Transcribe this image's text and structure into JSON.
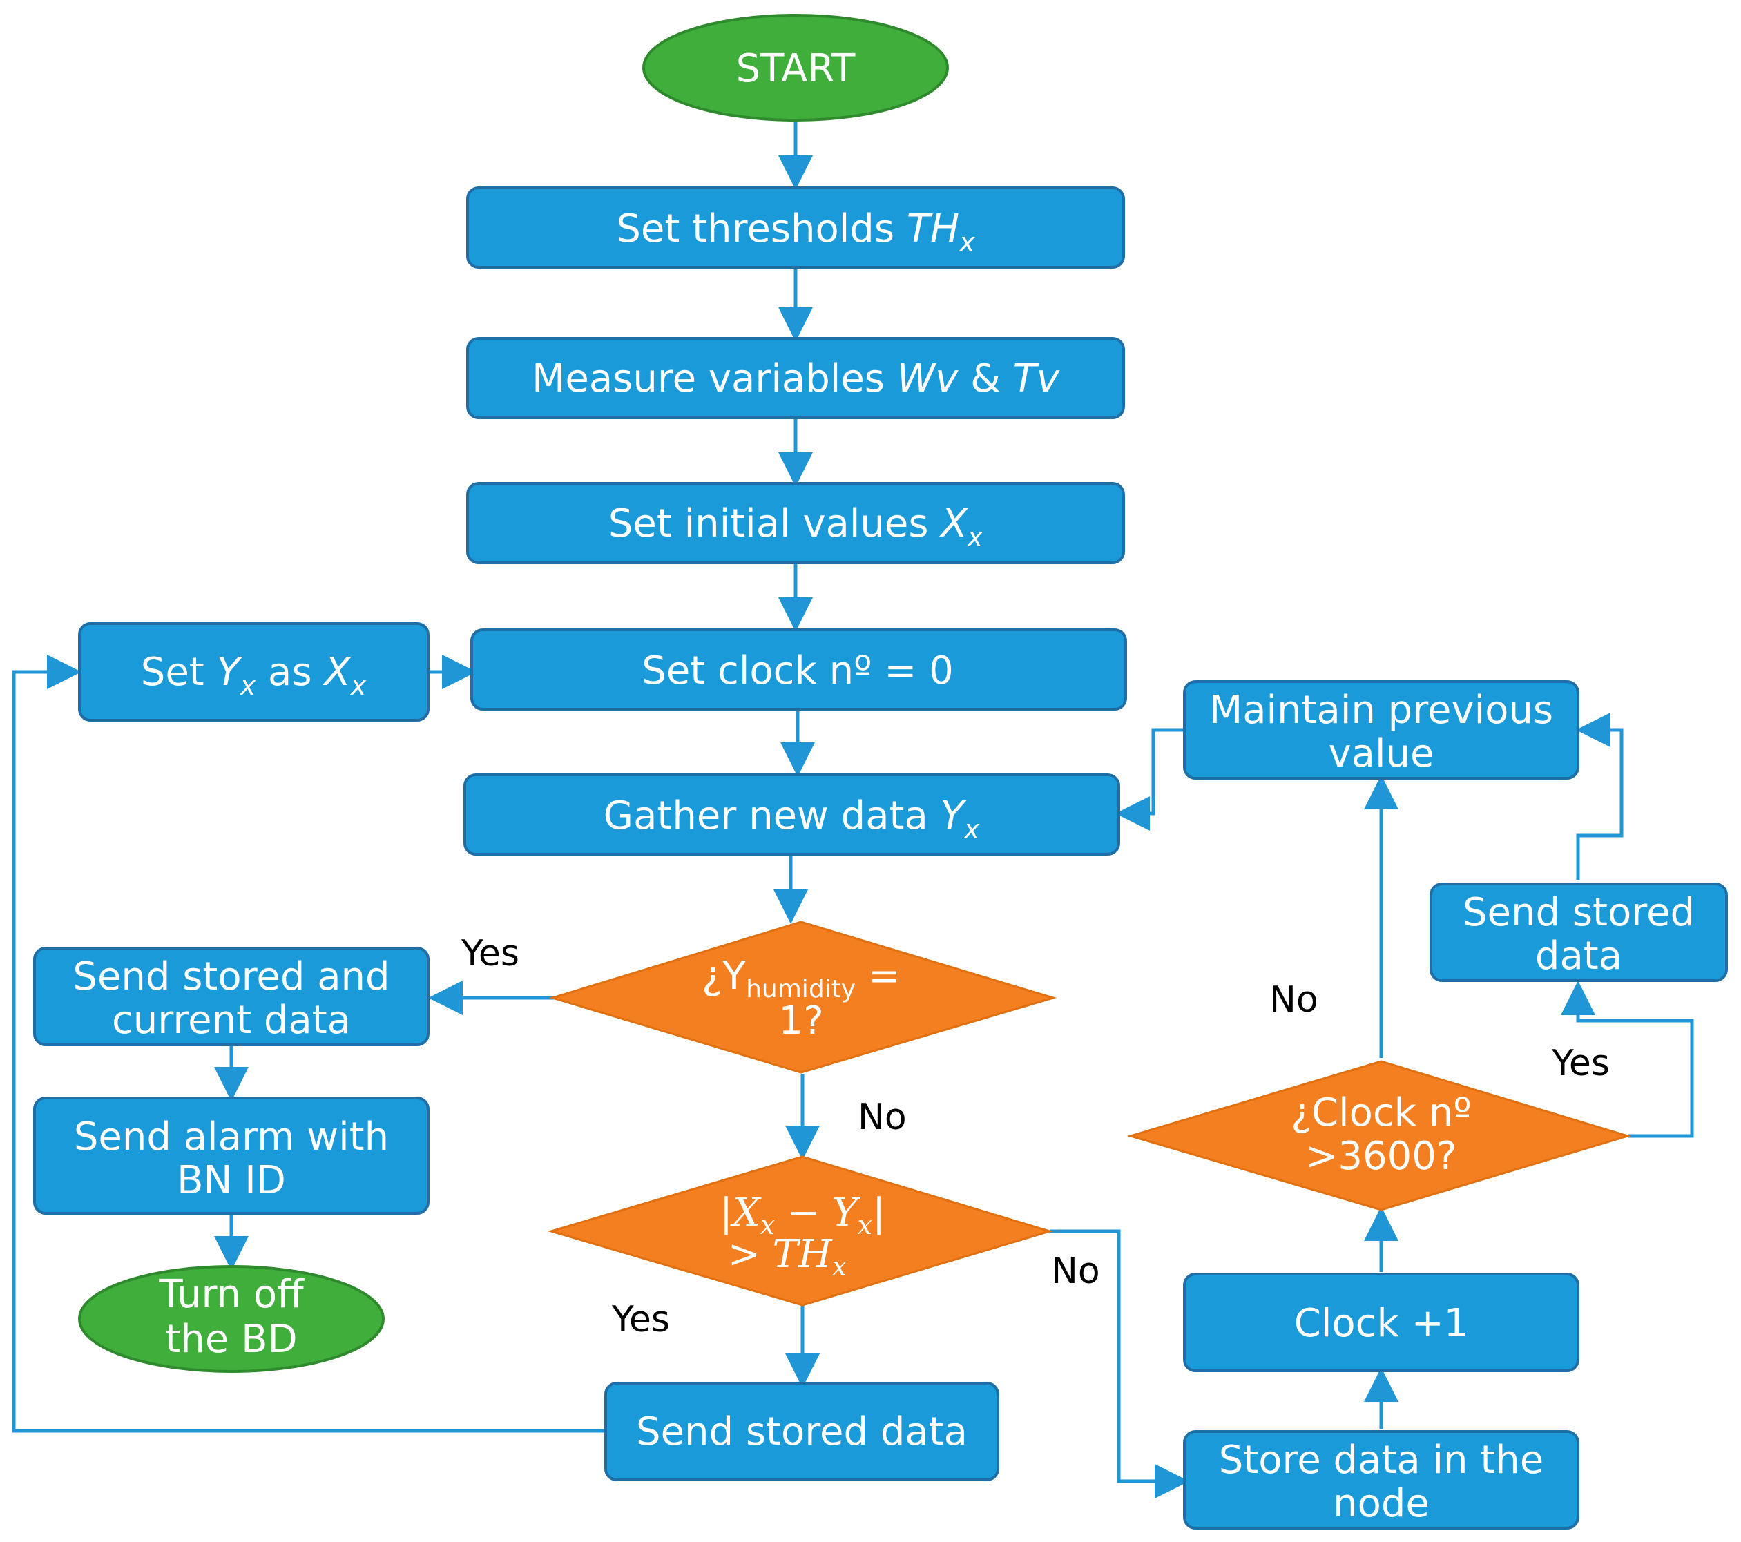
{
  "colors": {
    "process_fill": "#1a9ad9",
    "process_stroke": "#1f6fa6",
    "terminal_fill": "#3fae3a",
    "terminal_stroke": "#2f8a2d",
    "decision_fill": "#f47f20",
    "decision_stroke": "#e07010",
    "edge": "#2196d6"
  },
  "nodes": {
    "start": "START",
    "set_thresholds": {
      "text": "Set thresholds ",
      "var": "TH",
      "sub": "x"
    },
    "measure_variables": {
      "text": "Measure variables ",
      "var1": "Wv",
      "amp": " & ",
      "var2": "Tv"
    },
    "set_initial_values": {
      "text": "Set initial values ",
      "var": "X",
      "sub": "x"
    },
    "set_clock": "Set clock nº = 0",
    "set_y_as_x": {
      "pre": "Set ",
      "var1": "Y",
      "sub1": "x",
      "mid": " as ",
      "var2": "X",
      "sub2": "x"
    },
    "gather_new_data": {
      "text": "Gather new data ",
      "var": "Y",
      "sub": "x"
    },
    "decision_humidity": {
      "pre": "¿Y",
      "sub": "humidity",
      "post": " =",
      "line2": "1?"
    },
    "send_stored_and_current": {
      "line1": "Send stored and",
      "line2": "current data"
    },
    "send_alarm": {
      "line1": "Send alarm with",
      "line2": "BN ID"
    },
    "turn_off": {
      "line1": "Turn off",
      "line2": "the BD"
    },
    "decision_threshold": {
      "line1_a": "|X",
      "sub_a": "x",
      "minus": " − ",
      "line1_b": "Y",
      "sub_b": "x",
      "bar": "|",
      "line2_a": "> TH",
      "sub_c": "x"
    },
    "send_stored_data_bottom": "Send stored data",
    "store_data_node": {
      "line1": "Store data in the",
      "line2": "node"
    },
    "clock_plus": "Clock +1",
    "decision_clock": {
      "line1": "¿Clock nº",
      "line2": ">3600?"
    },
    "maintain_previous": {
      "line1": "Maintain previous",
      "line2": "value"
    },
    "send_stored_data_right": {
      "line1": "Send stored",
      "line2": "data"
    }
  },
  "labels": {
    "yes_humidity": "Yes",
    "no_humidity": "No",
    "yes_threshold": "Yes",
    "no_threshold": "No",
    "no_clock": "No",
    "yes_clock": "Yes"
  }
}
